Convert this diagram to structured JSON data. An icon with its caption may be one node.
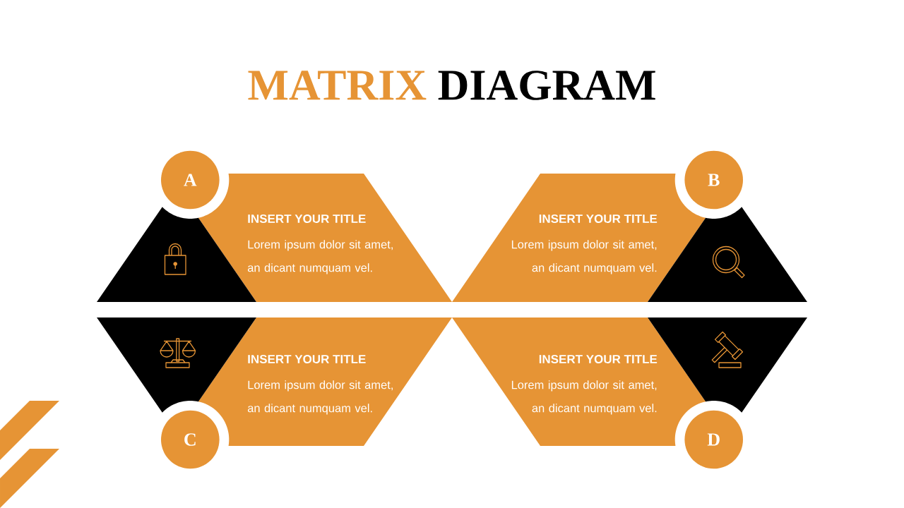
{
  "diagram": {
    "title": "MATRIX DIAGRAM",
    "nodes": [
      {
        "text": [
          "A"
        ]
      },
      {
        "text": [
          "INSERT YOUR TITLE",
          "Lorem ipsum dolor sit amet, an dicant numquam vel."
        ]
      },
      {
        "text": [
          "B"
        ]
      },
      {
        "text": [
          "INSERT YOUR TITLE",
          "Lorem ipsum dolor sit amet, an dicant numquam vel."
        ]
      },
      {
        "text": [
          "C"
        ]
      },
      {
        "text": [
          "INSERT YOUR TITLE",
          "Lorem ipsum dolor sit amet, an dicant numquam vel."
        ]
      },
      {
        "text": [
          "D"
        ]
      },
      {
        "text": [
          "INSERT YOUR TITLE",
          "Lorem ipsum dolor sit amet, an dicant numquam vel."
        ]
      }
    ]
  }
}
